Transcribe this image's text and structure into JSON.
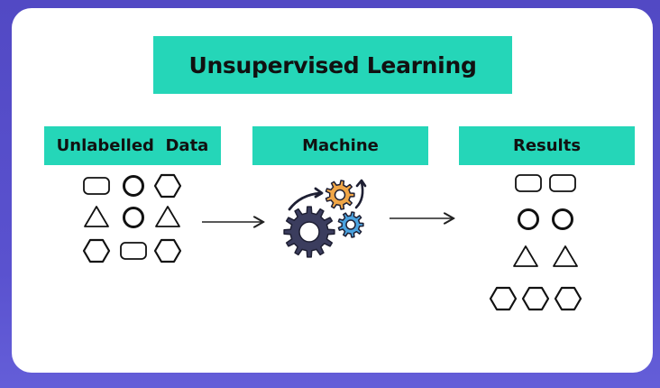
{
  "title": "Unsupervised Learning",
  "columns": [
    {
      "label": "Unlabelled  Data"
    },
    {
      "label": "Machine"
    },
    {
      "label": "Results"
    }
  ],
  "unlabelled_data": {
    "rows": [
      [
        "rounded-rectangle",
        "circle",
        "hexagon"
      ],
      [
        "triangle",
        "circle",
        "triangle"
      ],
      [
        "hexagon",
        "rounded-rectangle",
        "hexagon"
      ]
    ]
  },
  "machine": {
    "icon": "gears-icon",
    "gear_colors": [
      "#3b3d5e",
      "#f0a646",
      "#4aa3e0"
    ]
  },
  "results": {
    "clusters": [
      {
        "shape": "rounded-rectangle",
        "count": 2
      },
      {
        "shape": "circle",
        "count": 2
      },
      {
        "shape": "triangle",
        "count": 2
      },
      {
        "shape": "hexagon",
        "count": 3
      }
    ]
  },
  "colors": {
    "accent": "#25d6b8",
    "background": "#5249c4",
    "card": "#ffffff"
  }
}
